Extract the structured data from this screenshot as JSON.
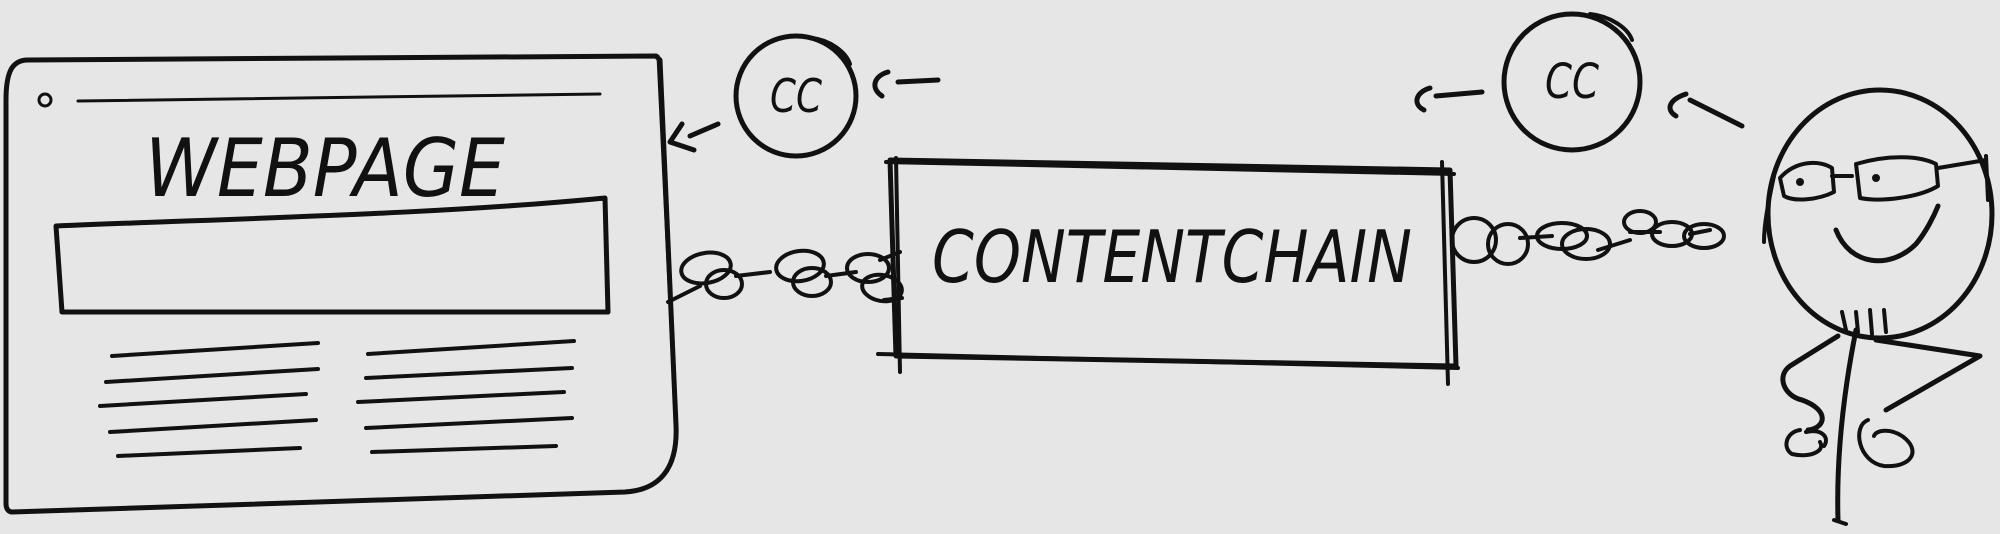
{
  "diagram": {
    "colors": {
      "background": "#e6e6e6",
      "ink": "#111111",
      "paper": "#ffffff"
    },
    "webpage": {
      "title": "WEBPAGE"
    },
    "contentchain": {
      "label": "CONTENTCHAIN"
    },
    "tokens": [
      {
        "label": "CC"
      },
      {
        "label": "CC"
      }
    ],
    "user": {
      "icon": "stick-figure-with-glasses"
    },
    "links": [
      {
        "icon": "chain-links"
      },
      {
        "icon": "chain-links"
      }
    ]
  }
}
